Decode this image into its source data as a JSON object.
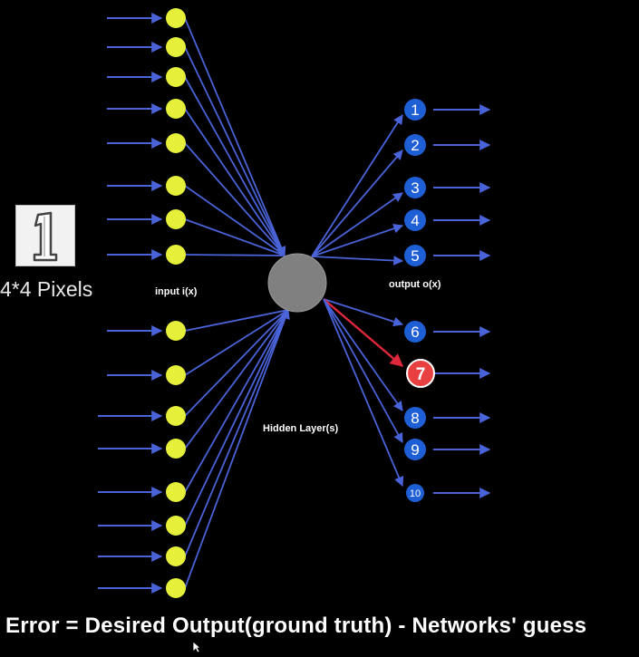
{
  "digit_image": {
    "label": "4*4 Pixels",
    "digit": "1"
  },
  "input_layer": {
    "label": "input i(x)"
  },
  "hidden_layer": {
    "label": "Hidden Layer(s)",
    "color": "#808080"
  },
  "output_layer": {
    "label": "output o(x)",
    "nodes": [
      "1",
      "2",
      "3",
      "4",
      "5",
      "6",
      "7",
      "8",
      "9",
      "10"
    ],
    "highlighted": "7",
    "node_color": "#1f5fd6",
    "highlight_color": "#e84040"
  },
  "colors": {
    "arrow": "#4a63d8",
    "input_node": "#e6ef3a",
    "error_arrow": "#e0283c"
  },
  "equation": "Error =  Desired Output(ground truth) - Networks' guess"
}
